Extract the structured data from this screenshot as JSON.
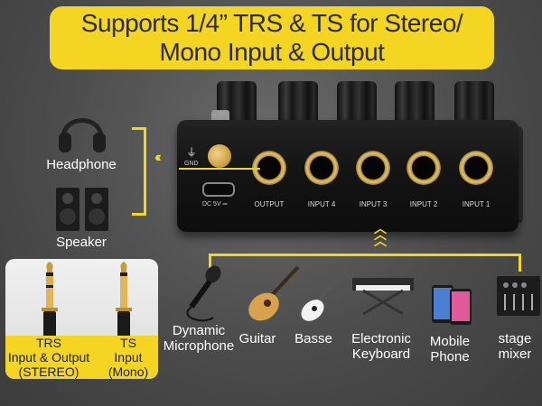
{
  "title": {
    "line1": "Supports 1/4” TRS & TS for Stereo/",
    "line2": "Mono Input & Output"
  },
  "device": {
    "gnd_label": "GND",
    "dc_label": "DC 5V ═",
    "jacks": [
      {
        "label": "OUTPUT"
      },
      {
        "label": "INPUT 4"
      },
      {
        "label": "INPUT 3"
      },
      {
        "label": "INPUT 2"
      },
      {
        "label": "INPUT 1"
      }
    ]
  },
  "outputs": {
    "headphone_label": "Headphone",
    "speaker_label": "Speaker"
  },
  "plugs": {
    "trs_title": "TRS",
    "trs_line1": "Input & Output",
    "trs_line2": "(STEREO)",
    "ts_title": "TS",
    "ts_line1": "Input",
    "ts_line2": "(Mono)"
  },
  "inputs": [
    {
      "line1": "Dynamic",
      "line2": "Microphone",
      "icon": "microphone-icon"
    },
    {
      "line1": "Guitar",
      "line2": "",
      "icon": "guitar-icon"
    },
    {
      "line1": "Basse",
      "line2": "",
      "icon": "bass-guitar-icon"
    },
    {
      "line1": "Electronic",
      "line2": "Keyboard",
      "icon": "keyboard-icon"
    },
    {
      "line1": "Mobile",
      "line2": "Phone",
      "icon": "mobile-phone-icon"
    },
    {
      "line1": "stage",
      "line2": "mixer",
      "icon": "mixer-icon"
    }
  ],
  "colors": {
    "accent": "#f4d521",
    "background": "#555555",
    "gold": "#c79a3b"
  }
}
